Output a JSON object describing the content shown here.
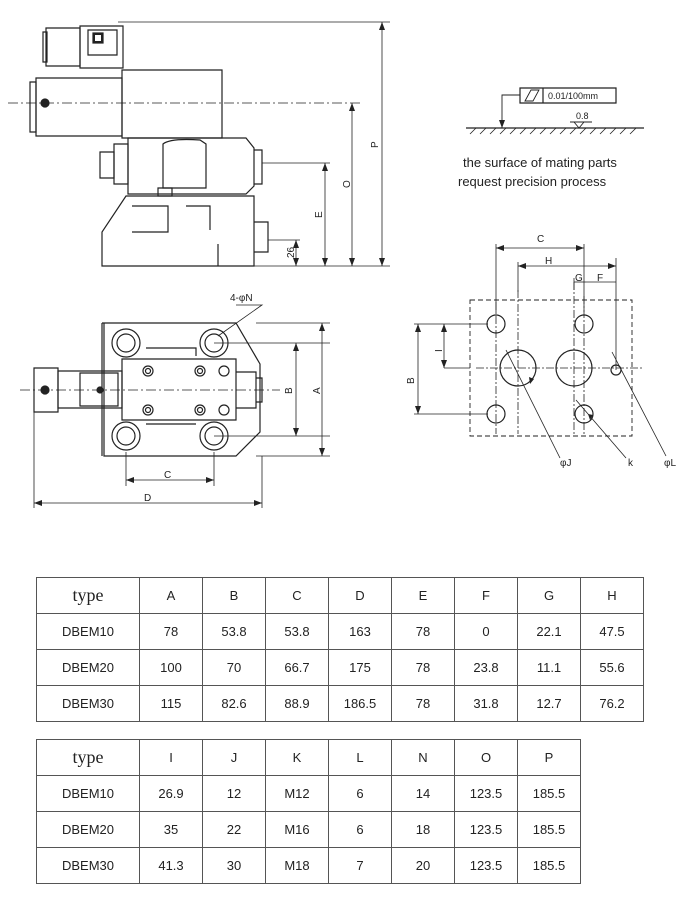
{
  "diagram": {
    "dims": {
      "P": "P",
      "O": "O",
      "E": "E",
      "d26": "26",
      "N": "4-φN",
      "B": "B",
      "A": "A",
      "C": "C",
      "D": "D",
      "rC": "C",
      "rH": "H",
      "rG": "G",
      "rF": "F",
      "rI": "I",
      "rB": "B",
      "J": "φJ",
      "k": "k",
      "L": "φL"
    },
    "flatness": {
      "tolerance": "0.01/100mm",
      "roughness": "0.8"
    },
    "note_line1": "the surface of mating parts",
    "note_line2": "request precision process"
  },
  "table1": {
    "headers": [
      "type",
      "A",
      "B",
      "C",
      "D",
      "E",
      "F",
      "G",
      "H"
    ],
    "rows": [
      [
        "DBEM10",
        "78",
        "53.8",
        "53.8",
        "163",
        "78",
        "0",
        "22.1",
        "47.5"
      ],
      [
        "DBEM20",
        "100",
        "70",
        "66.7",
        "175",
        "78",
        "23.8",
        "11.1",
        "55.6"
      ],
      [
        "DBEM30",
        "115",
        "82.6",
        "88.9",
        "186.5",
        "78",
        "31.8",
        "12.7",
        "76.2"
      ]
    ]
  },
  "table2": {
    "headers": [
      "type",
      "I",
      "J",
      "K",
      "L",
      "N",
      "O",
      "P"
    ],
    "rows": [
      [
        "DBEM10",
        "26.9",
        "12",
        "M12",
        "6",
        "14",
        "123.5",
        "185.5"
      ],
      [
        "DBEM20",
        "35",
        "22",
        "M16",
        "6",
        "18",
        "123.5",
        "185.5"
      ],
      [
        "DBEM30",
        "41.3",
        "30",
        "M18",
        "7",
        "20",
        "123.5",
        "185.5"
      ]
    ]
  }
}
